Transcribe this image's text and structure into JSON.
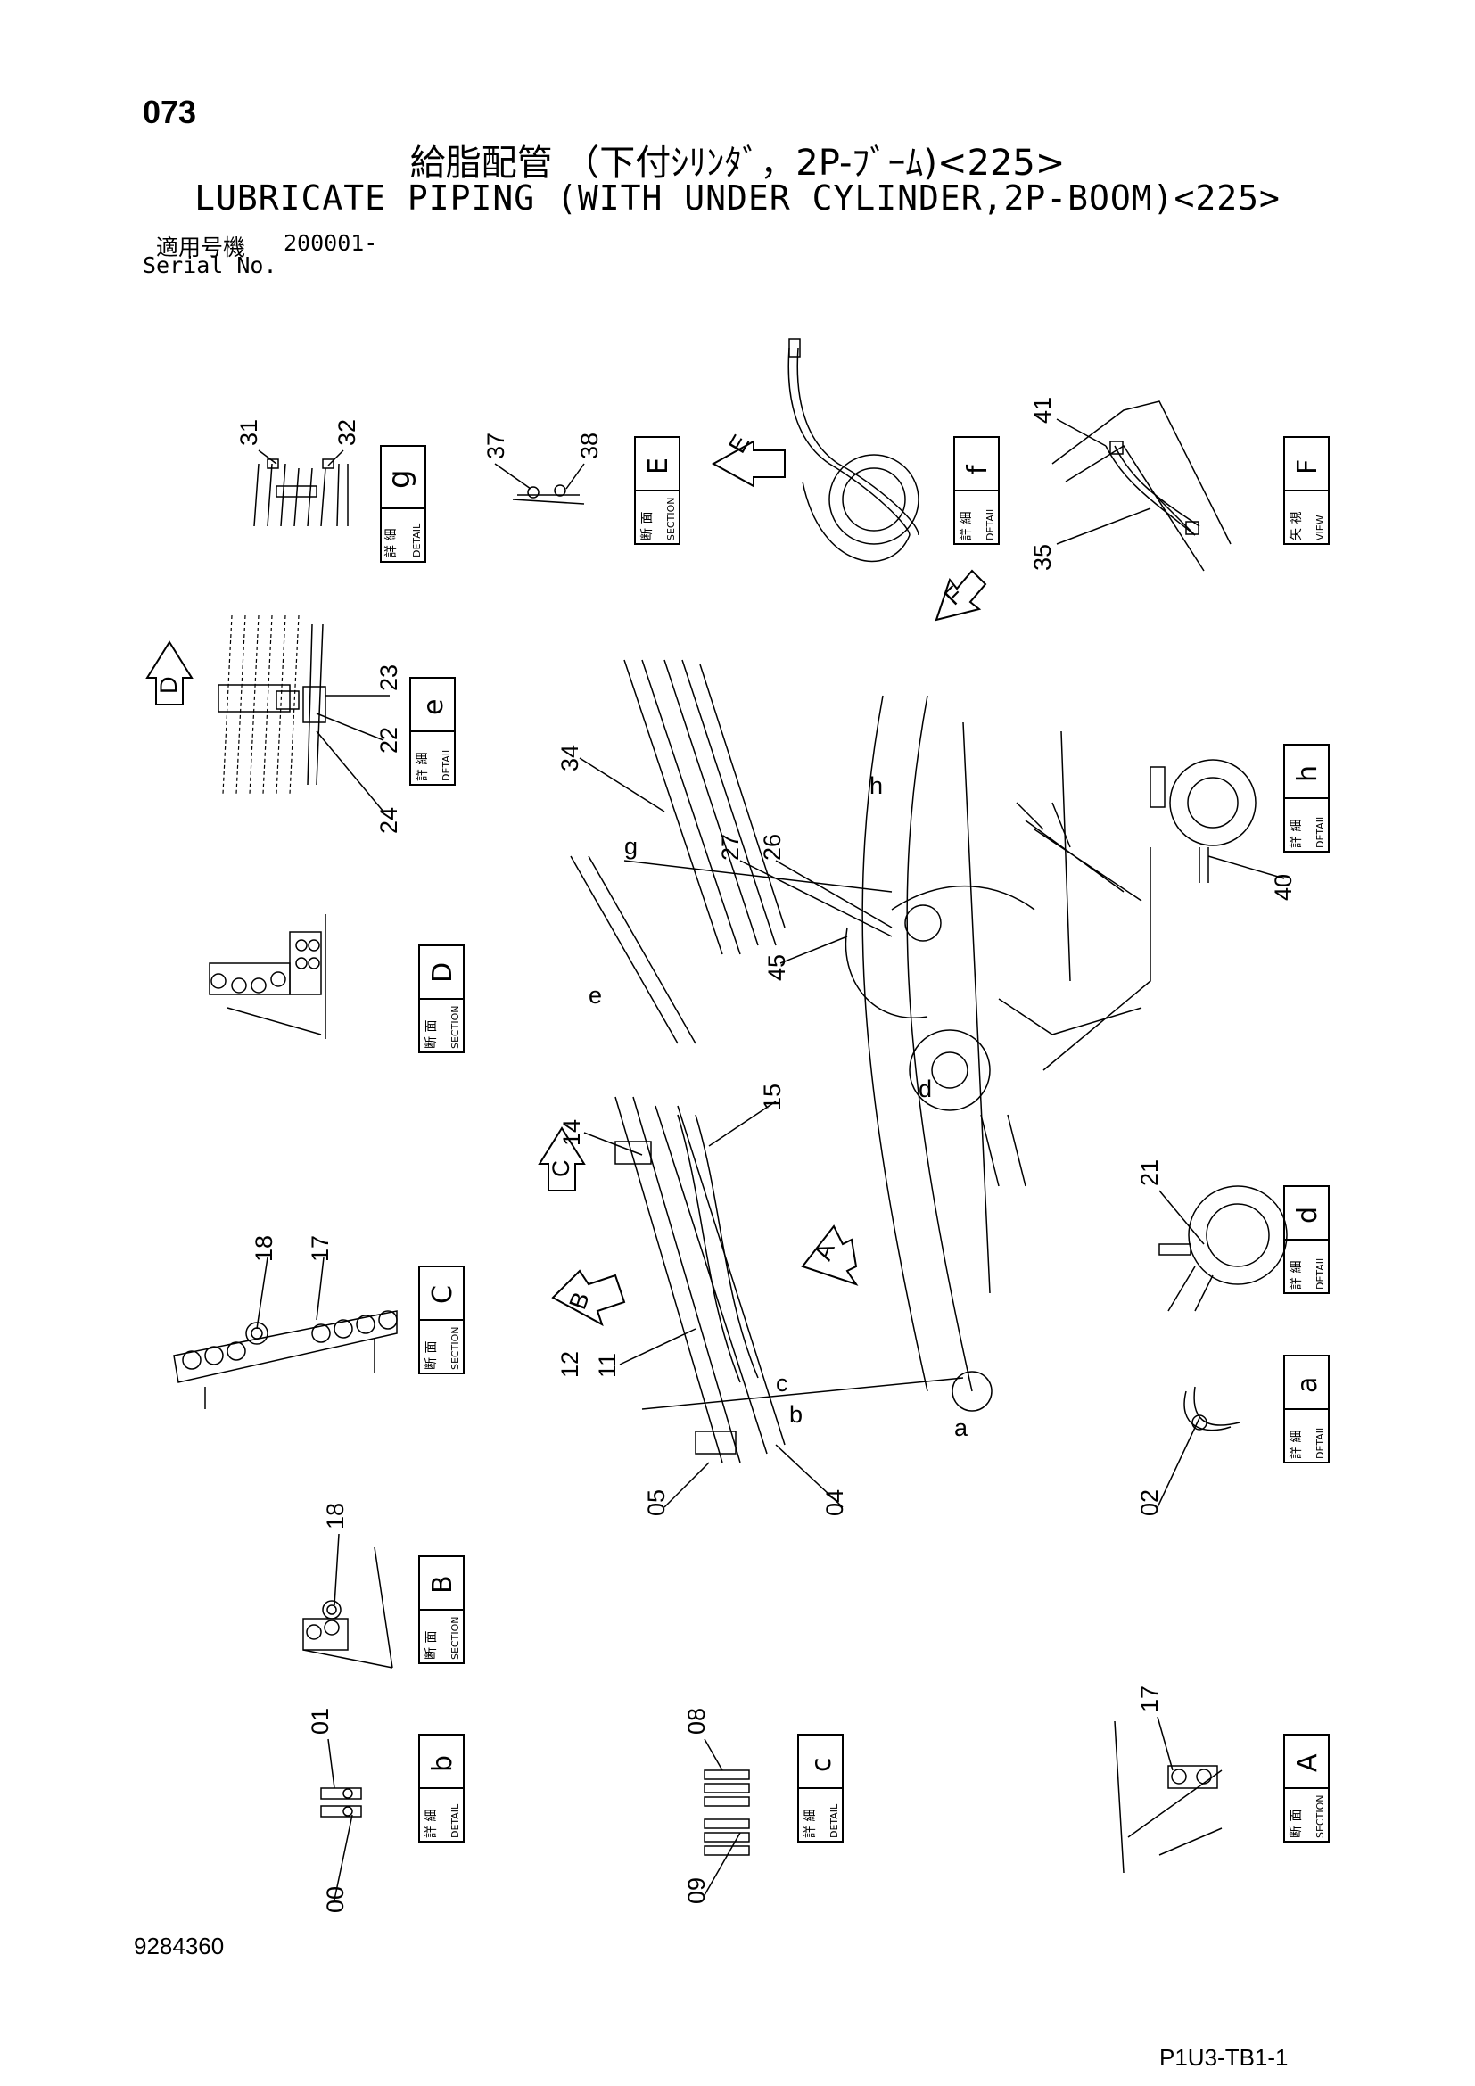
{
  "page_number": "073",
  "title_jp": "給脂配管 （下付ｼﾘﾝﾀﾞ，2P-ﾌﾞｰﾑ)<225>",
  "title_en": "LUBRICATE PIPING (WITH UNDER CYLINDER,2P-BOOM)<225>",
  "serial_label_jp": "適用号機",
  "serial_value": "200001-",
  "serial_label_en": "Serial No.",
  "document_number": "9284360",
  "page_reference": "P1U3-TB1-1",
  "view_boxes": [
    {
      "letter": "g",
      "jp": "詳 細",
      "en": "DETAIL"
    },
    {
      "letter": "E",
      "jp": "断 面",
      "en": "SECTION"
    },
    {
      "letter": "f",
      "jp": "詳 細",
      "en": "DETAIL"
    },
    {
      "letter": "F",
      "jp": "矢 視",
      "en": "VIEW"
    },
    {
      "letter": "e",
      "jp": "詳 細",
      "en": "DETAIL"
    },
    {
      "letter": "h",
      "jp": "詳 細",
      "en": "DETAIL"
    },
    {
      "letter": "D",
      "jp": "断 面",
      "en": "SECTION"
    },
    {
      "letter": "C",
      "jp": "断 面",
      "en": "SECTION"
    },
    {
      "letter": "d",
      "jp": "詳 細",
      "en": "DETAIL"
    },
    {
      "letter": "a",
      "jp": "詳 細",
      "en": "DETAIL"
    },
    {
      "letter": "B",
      "jp": "断 面",
      "en": "SECTION"
    },
    {
      "letter": "b",
      "jp": "詳 細",
      "en": "DETAIL"
    },
    {
      "letter": "c",
      "jp": "詳 細",
      "en": "DETAIL"
    },
    {
      "letter": "A",
      "jp": "断 面",
      "en": "SECTION"
    }
  ],
  "part_labels": [
    "31",
    "32",
    "37",
    "38",
    "41",
    "35",
    "23",
    "22",
    "24",
    "34",
    "27",
    "26",
    "45",
    "40",
    "14",
    "15",
    "18",
    "17",
    "21",
    "12",
    "11",
    "05",
    "04",
    "02",
    "18",
    "01",
    "00",
    "08",
    "09",
    "17"
  ],
  "arrow_labels": [
    "E",
    "F",
    "D",
    "C",
    "B",
    "A"
  ],
  "detail_callouts": [
    "g",
    "e",
    "h",
    "d",
    "c",
    "b",
    "a"
  ]
}
